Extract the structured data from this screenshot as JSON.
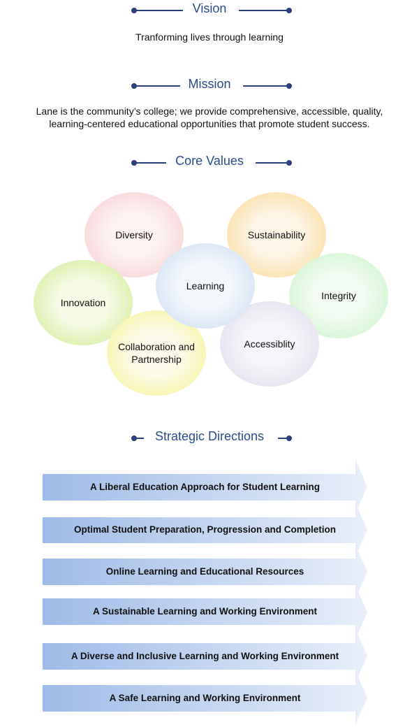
{
  "vision": {
    "heading": "Vision",
    "text": "Tranforming lives through learning"
  },
  "mission": {
    "heading": "Mission",
    "line1": "Lane is the community’s college; we provide comprehensive, accessible, quality,",
    "line2": "learning-centered educational opportunities that promote student success."
  },
  "core_values": {
    "heading": "Core Values",
    "items": [
      {
        "label": "Diversity",
        "color": "#f8c8cc"
      },
      {
        "label": "Sustainability",
        "color": "#fbd58a"
      },
      {
        "label": "Learning",
        "color": "#c9daf0"
      },
      {
        "label": "Innovation",
        "color": "#cdea8a"
      },
      {
        "label": "Integrity",
        "color": "#c6f2c4"
      },
      {
        "label": "Accessiblity",
        "color": "#dcd9e8"
      },
      {
        "label": "Collaboration and",
        "label2": "Partnership",
        "color": "#f4f08a"
      }
    ]
  },
  "strategic_directions": {
    "heading": "Strategic Directions",
    "items": [
      "A Liberal Education Approach for Student Learning",
      "Optimal Student Preparation, Progression and Completion",
      "Online Learning and Educational Resources",
      "A Sustainable Learning and Working Environment",
      "A Diverse and Inclusive Learning and Working Environment",
      "A Safe Learning and Working Environment"
    ],
    "gradient_start": "#9dbbe8",
    "gradient_end": "#e8effa"
  }
}
